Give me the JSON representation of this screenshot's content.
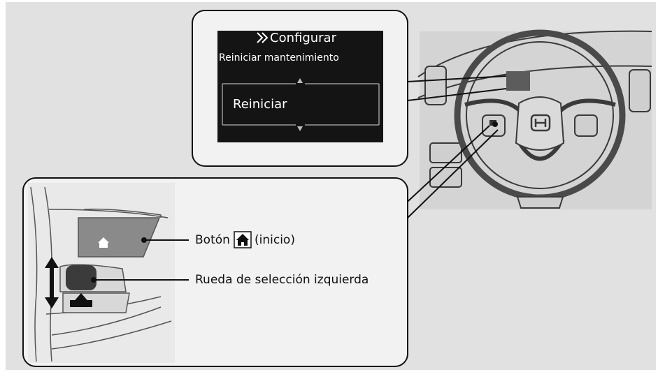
{
  "screen": {
    "header": "Configurar",
    "subheader": "Reiniciar mantenimiento",
    "selected_item": "Reiniciar"
  },
  "callouts": {
    "home_button": {
      "prefix": "Botón",
      "suffix": "(inicio)",
      "icon": "home-icon"
    },
    "selector_wheel": "Rueda de selección izquierda"
  },
  "colors": {
    "panel_bg": "#e1e1e1",
    "screen_bg": "#141414",
    "callout_bg": "#f2f2f2",
    "ink": "#111111"
  }
}
